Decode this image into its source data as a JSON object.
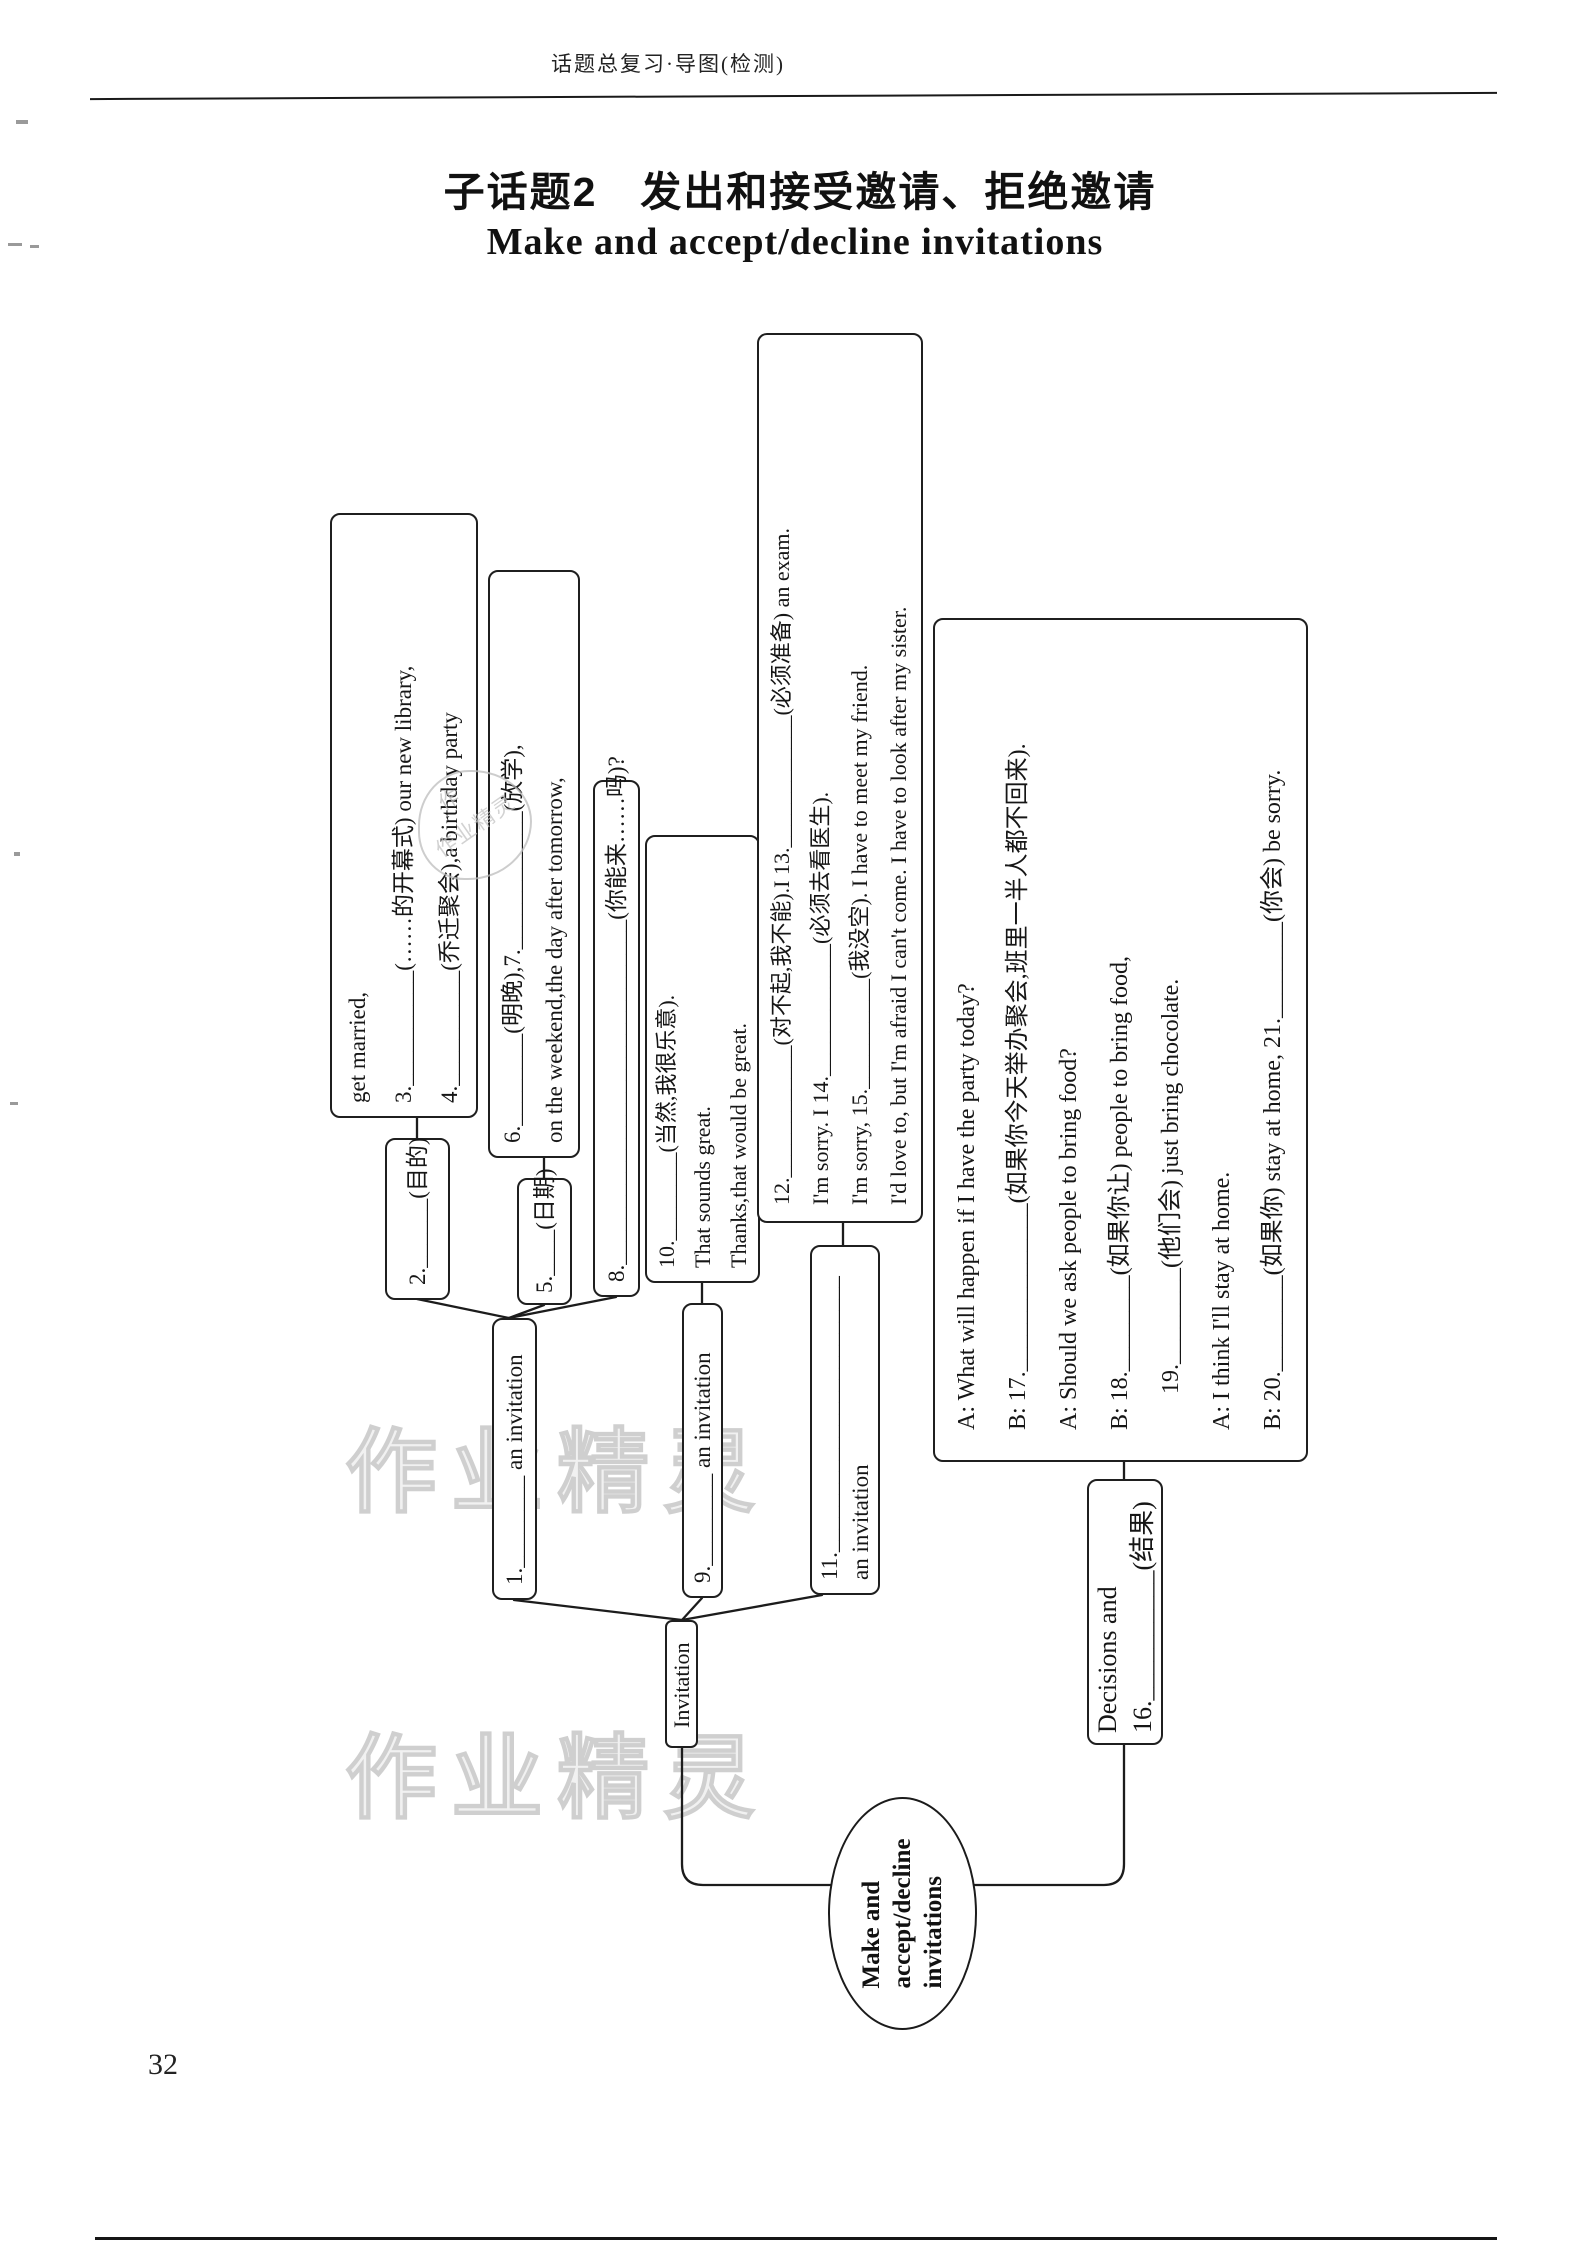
{
  "header": {
    "text": "话题总复习·导图(检测)"
  },
  "title": "子话题2　发出和接受邀请、拒绝邀请",
  "subtitle": "Make and accept/decline invitations",
  "page_number": "32",
  "watermark": {
    "text": "作业精灵",
    "stamp_text": "作业精灵",
    "stamp_mark": "作"
  },
  "colors": {
    "ink": "#1f1f1f",
    "paper": "#ffffff",
    "watermark_gray": "#cfcfcf"
  },
  "mindmap": {
    "root": {
      "lines": [
        "Make and",
        "accept/decline",
        "invitations"
      ]
    },
    "branch_invitation": {
      "label": "Invitation"
    },
    "branch_decisions": {
      "lines": [
        "Decisions and",
        "16.__________(结果)"
      ]
    },
    "node_make": {
      "label": "1.________ an invitation"
    },
    "node_accept": {
      "label": "9.________ an invitation"
    },
    "node_decline": {
      "lines": [
        "11.________________________",
        "an invitation"
      ]
    },
    "node_purpose": {
      "label": "2.______(目的)"
    },
    "node_date": {
      "label": "5.____(日期)"
    },
    "node_can_you_come": {
      "label": "8.______________________________(你能来……吗)?"
    },
    "detail_purpose": {
      "lines": [
        "get married,",
        "3.__________(……的开幕式) our new library,",
        "4.__________(乔迁聚会),a birthday party"
      ]
    },
    "detail_date": {
      "lines": [
        "6.________(明晚),7.____________(放学),",
        "on the weekend,the day after tomorrow,"
      ]
    },
    "detail_accept": {
      "lines": [
        "10.________(当然,我很乐意).",
        "That sounds great.",
        "Thanks,that would be great."
      ]
    },
    "detail_decline": {
      "lines": [
        "12.____________(对不起,我不能).I 13.____________(必须准备) an exam.",
        "I'm sorry. I 14.____________(必须去看医生).",
        "I'm sorry, 15.__________(我没空). I have to meet my friend.",
        "I'd love to, but I'm afraid I can't come. I have to look after my sister."
      ]
    },
    "detail_dialogue": {
      "lines": [
        "A: What will happen if I have the party today?",
        "B: 17.______________(如果你今天举办聚会,班里一半人都不回来).",
        "A: Should we ask people to bring food?",
        "B: 18.________(如果你让) people to bring food,",
        "      19.________(他们会) just bring chocolate.",
        "A: I think I'll stay at home.",
        "B: 20.________(如果你) stay at home, 21.________(你会) be sorry."
      ]
    }
  }
}
